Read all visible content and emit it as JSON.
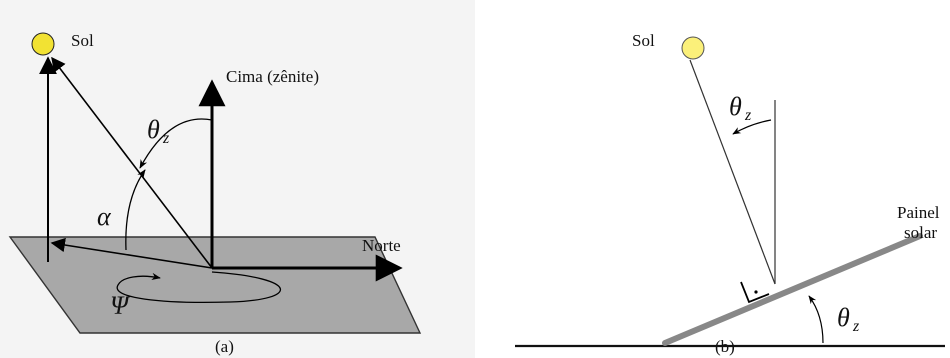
{
  "panel_a": {
    "sun_label": "Sol",
    "zenith_label": "Cima (zênite)",
    "north_label": "Norte",
    "theta": "θ",
    "theta_sub": "z",
    "alpha": "α",
    "psi": "Ψ",
    "caption": "(a)",
    "colors": {
      "sun": "#f2e233",
      "plane": "#a8a8a8"
    }
  },
  "panel_b": {
    "sun_label": "Sol",
    "theta_top": "θ",
    "theta_top_sub": "z",
    "panel_label_line1": "Painel",
    "panel_label_line2": "solar",
    "theta_bottom": "θ",
    "theta_bottom_sub": "z",
    "caption": "(b)",
    "colors": {
      "sun": "#fbf07a",
      "panel": "#888888"
    }
  }
}
